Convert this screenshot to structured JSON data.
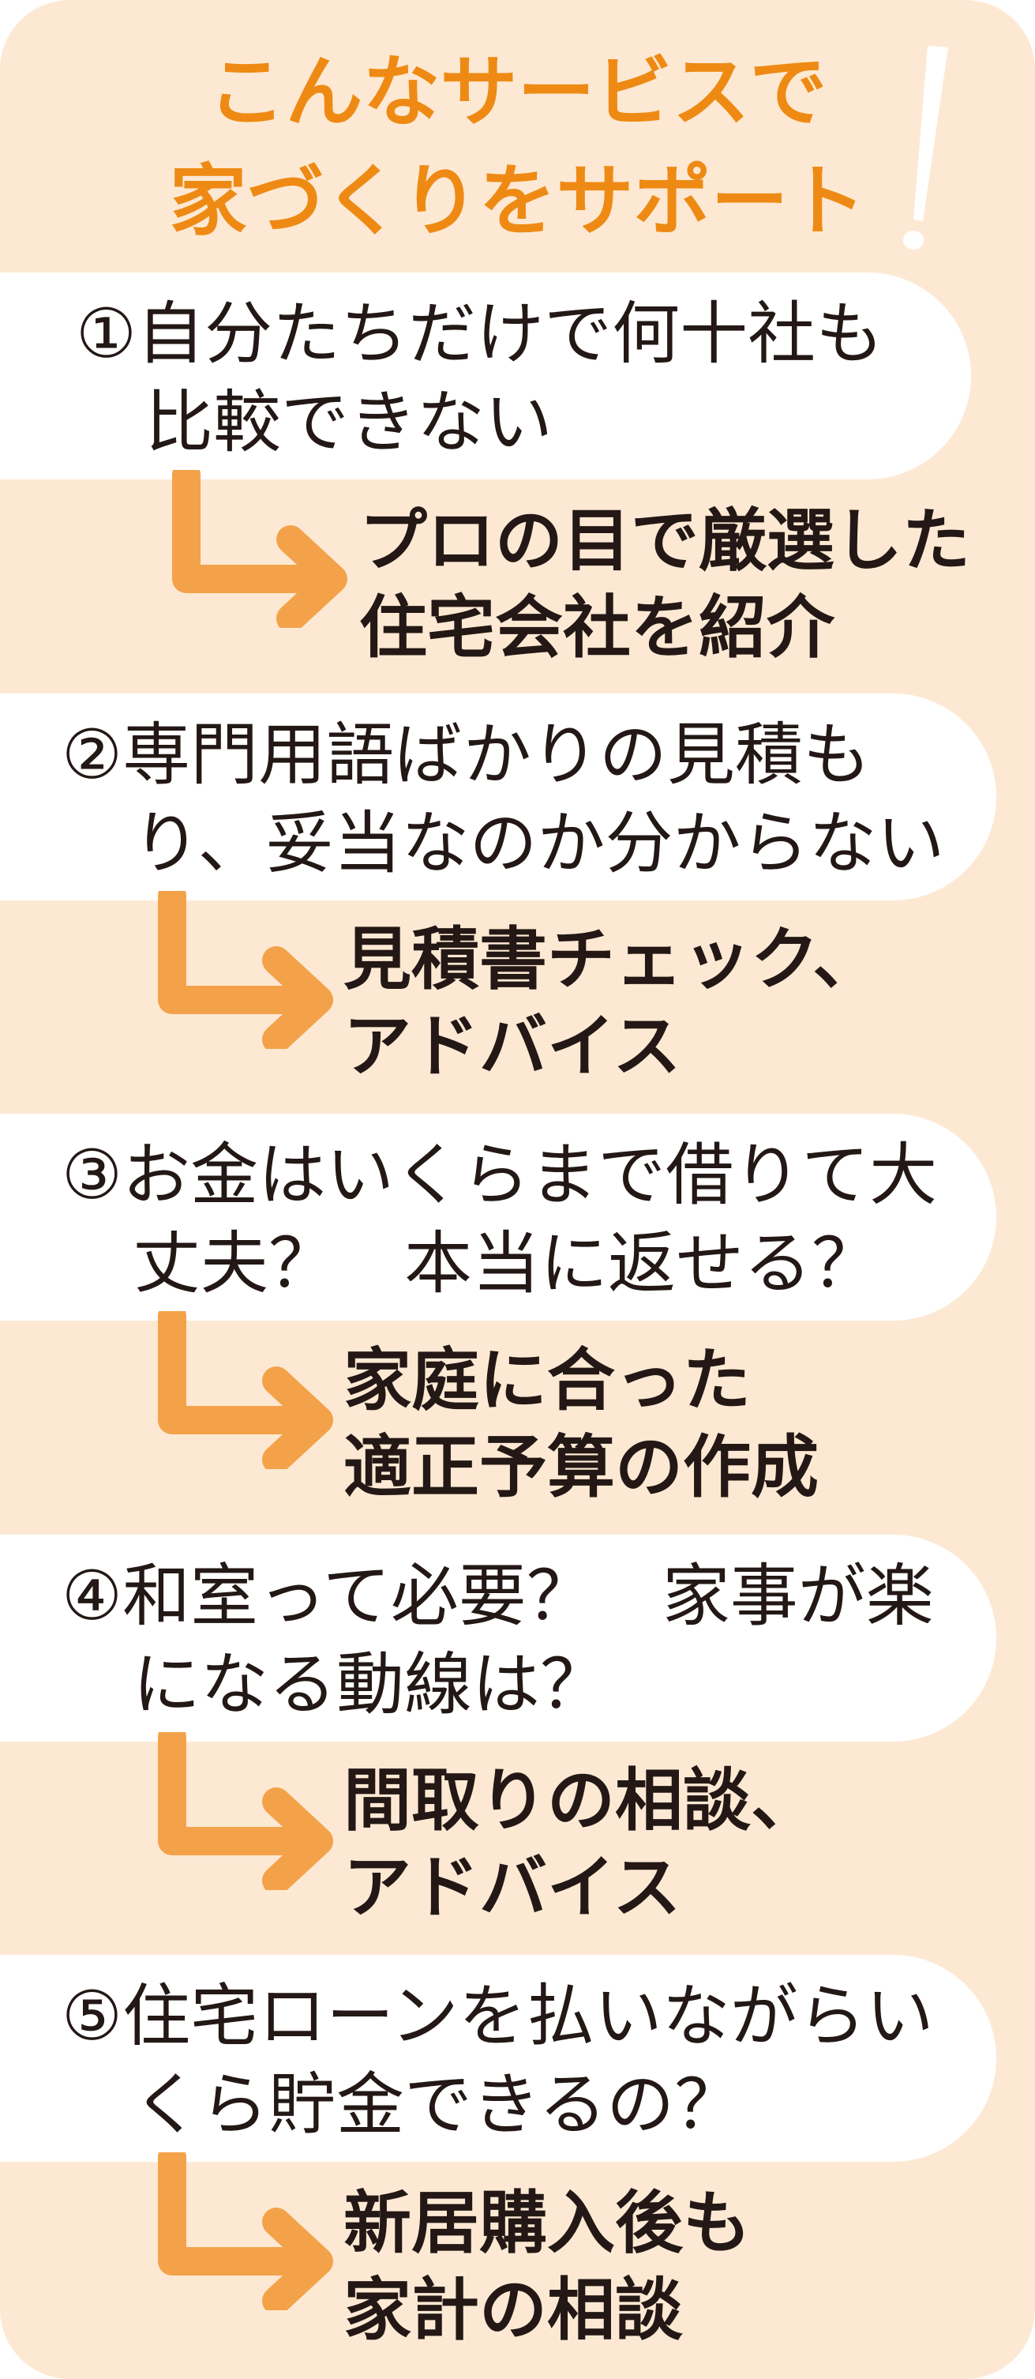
{
  "title": {
    "line1": "こんなサービスで",
    "line2": "家づくりをサポート"
  },
  "colors": {
    "background": "#fde9d3",
    "title": "#ee8a14",
    "arrow": "#f4a24a",
    "text": "#231815"
  },
  "items": [
    {
      "question_line1": "①自分たちだけで何十社も",
      "question_line2": "比較できない",
      "answer_line1": "プロの目で厳選した",
      "answer_line2": "住宅会社を紹介"
    },
    {
      "question_line1": "②専門用語ばかりの見積も",
      "question_line2": "り、妥当なのか分からない",
      "answer_line1": "見積書チェック、",
      "answer_line2": "アドバイス"
    },
    {
      "question_line1": "③お金はいくらまで借りて大",
      "question_line2": "丈夫？　本当に返せる？",
      "answer_line1": "家庭に合った",
      "answer_line2": "適正予算の作成"
    },
    {
      "question_line1": "④和室って必要？　家事が楽",
      "question_line2": "になる動線は？",
      "answer_line1": "間取りの相談、",
      "answer_line2": "アドバイス"
    },
    {
      "question_line1": "⑤住宅ローンを払いながらい",
      "question_line2": "くら貯金できるの？",
      "answer_line1": "新居購入後も",
      "answer_line2": "家計の相談"
    }
  ]
}
